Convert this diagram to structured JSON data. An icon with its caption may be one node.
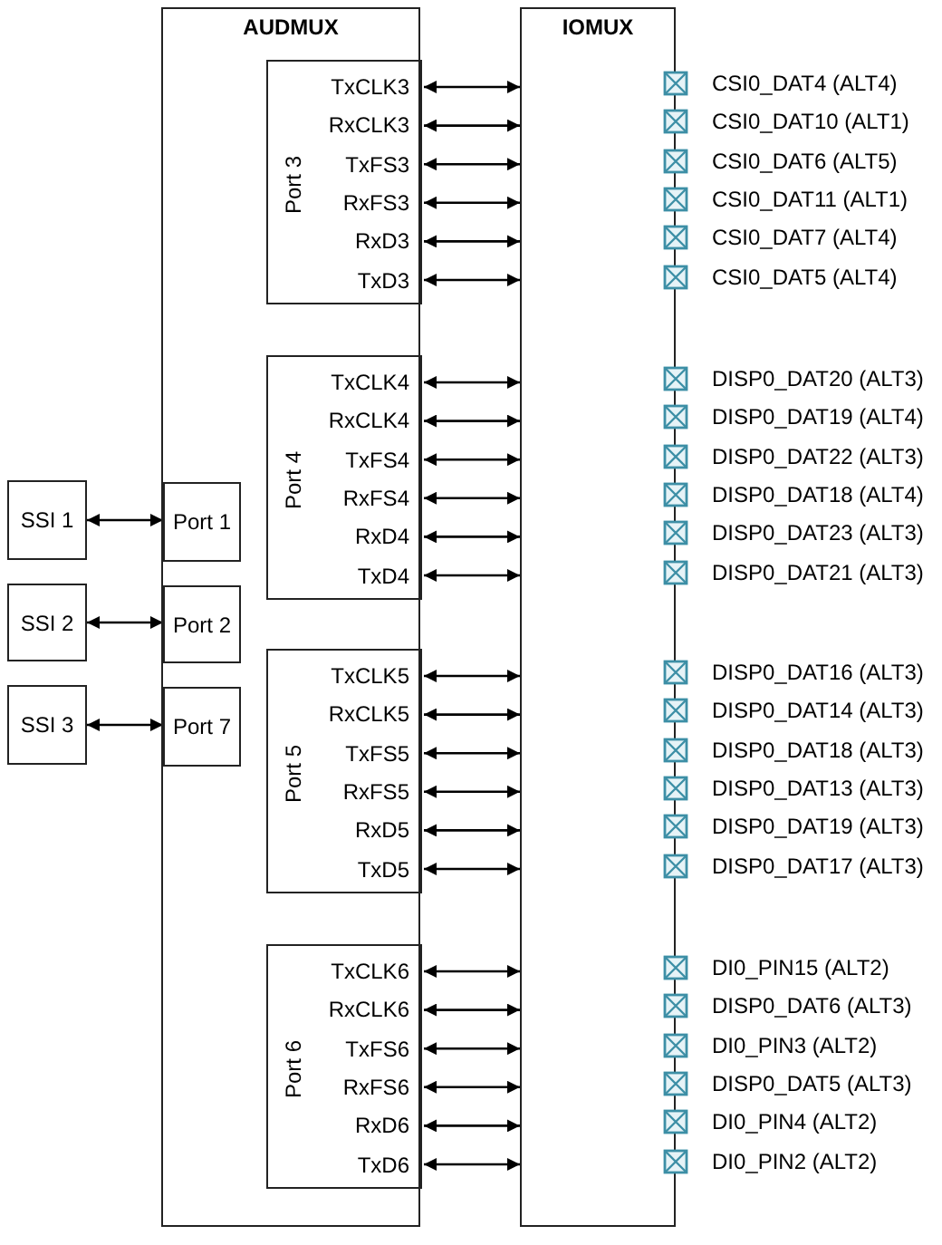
{
  "diagram": {
    "nodes": [
      {
        "text": [
          "AUDMUX"
        ]
      },
      {
        "text": [
          "Port 3"
        ],
        "in": 0
      },
      {
        "text": [
          "TxCLK3"
        ],
        "in": 1
      },
      {
        "text": [
          "RxCLK3"
        ],
        "in": 1
      },
      {
        "text": [
          "TxFS3"
        ],
        "in": 1
      },
      {
        "text": [
          "RxFS3"
        ],
        "in": 1
      },
      {
        "text": [
          "RxD3"
        ],
        "in": 1
      },
      {
        "text": [
          "TxD3"
        ],
        "in": 1
      },
      {
        "text": [
          "Port 4"
        ],
        "in": 0
      },
      {
        "text": [
          "TxCLK4"
        ],
        "in": 8
      },
      {
        "text": [
          "RxCLK4"
        ],
        "in": 8
      },
      {
        "text": [
          "TxFS4"
        ],
        "in": 8
      },
      {
        "text": [
          "RxFS4"
        ],
        "in": 8
      },
      {
        "text": [
          "RxD4"
        ],
        "in": 8
      },
      {
        "text": [
          "TxD4"
        ],
        "in": 8
      },
      {
        "text": [
          "Port 5"
        ],
        "in": 0
      },
      {
        "text": [
          "TxCLK5"
        ],
        "in": 15
      },
      {
        "text": [
          "RxCLK5"
        ],
        "in": 15
      },
      {
        "text": [
          "TxFS5"
        ],
        "in": 15
      },
      {
        "text": [
          "RxFS5"
        ],
        "in": 15
      },
      {
        "text": [
          "RxD5"
        ],
        "in": 15
      },
      {
        "text": [
          "TxD5"
        ],
        "in": 15
      },
      {
        "text": [
          "Port 6"
        ],
        "in": 0
      },
      {
        "text": [
          "TxCLK6"
        ],
        "in": 22
      },
      {
        "text": [
          "RxCLK6"
        ],
        "in": 22
      },
      {
        "text": [
          "TxFS6"
        ],
        "in": 22
      },
      {
        "text": [
          "RxFS6"
        ],
        "in": 22
      },
      {
        "text": [
          "RxD6"
        ],
        "in": 22
      },
      {
        "text": [
          "TxD6"
        ],
        "in": 22
      },
      {
        "text": [
          "Port 1"
        ],
        "in": 0
      },
      {
        "text": [
          "Port 2"
        ],
        "in": 0
      },
      {
        "text": [
          "Port 7"
        ],
        "in": 0
      },
      {
        "text": [
          "SSI 1"
        ]
      },
      {
        "text": [
          "SSI 2"
        ]
      },
      {
        "text": [
          "SSI 3"
        ]
      },
      {
        "text": [
          "IOMUX"
        ]
      }
    ],
    "edges": [
      {
        "from": 32,
        "to": 29,
        "arrow": "both"
      },
      {
        "from": 33,
        "to": 30,
        "arrow": "both"
      },
      {
        "from": 34,
        "to": 31,
        "arrow": "both"
      },
      {
        "from": 2,
        "to": 35,
        "arrow": "both"
      },
      {
        "from": 3,
        "to": 35,
        "arrow": "both"
      },
      {
        "from": 4,
        "to": 35,
        "arrow": "both"
      },
      {
        "from": 5,
        "to": 35,
        "arrow": "both"
      },
      {
        "from": 6,
        "to": 35,
        "arrow": "both"
      },
      {
        "from": 7,
        "to": 35,
        "arrow": "both"
      },
      {
        "from": 9,
        "to": 35,
        "arrow": "both"
      },
      {
        "from": 10,
        "to": 35,
        "arrow": "both"
      },
      {
        "from": 11,
        "to": 35,
        "arrow": "both"
      },
      {
        "from": 12,
        "to": 35,
        "arrow": "both"
      },
      {
        "from": 13,
        "to": 35,
        "arrow": "both"
      },
      {
        "from": 14,
        "to": 35,
        "arrow": "both"
      },
      {
        "from": 16,
        "to": 35,
        "arrow": "both"
      },
      {
        "from": 17,
        "to": 35,
        "arrow": "both"
      },
      {
        "from": 18,
        "to": 35,
        "arrow": "both"
      },
      {
        "from": 19,
        "to": 35,
        "arrow": "both"
      },
      {
        "from": 20,
        "to": 35,
        "arrow": "both"
      },
      {
        "from": 21,
        "to": 35,
        "arrow": "both"
      },
      {
        "from": 23,
        "to": 35,
        "arrow": "both"
      },
      {
        "from": 24,
        "to": 35,
        "arrow": "both"
      },
      {
        "from": 25,
        "to": 35,
        "arrow": "both"
      },
      {
        "from": 26,
        "to": 35,
        "arrow": "both"
      },
      {
        "from": 27,
        "to": 35,
        "arrow": "both"
      },
      {
        "from": 28,
        "to": 35,
        "arrow": "both"
      }
    ],
    "labels": [
      "CSI0_DAT4 (ALT4)",
      "CSI0_DAT10 (ALT1)",
      "CSI0_DAT6 (ALT5)",
      "CSI0_DAT11 (ALT1)",
      "CSI0_DAT7 (ALT4)",
      "CSI0_DAT5 (ALT4)",
      "DISP0_DAT20 (ALT3)",
      "DISP0_DAT19 (ALT4)",
      "DISP0_DAT22 (ALT3)",
      "DISP0_DAT18 (ALT4)",
      "DISP0_DAT23 (ALT3)",
      "DISP0_DAT21 (ALT3)",
      "DISP0_DAT16 (ALT3)",
      "DISP0_DAT14 (ALT3)",
      "DISP0_DAT18 (ALT3)",
      "DISP0_DAT13 (ALT3)",
      "DISP0_DAT19 (ALT3)",
      "DISP0_DAT17 (ALT3)",
      "DI0_PIN15 (ALT2)",
      "DISP0_DAT6 (ALT3)",
      "DI0_PIN3 (ALT2)",
      "DISP0_DAT5 (ALT3)",
      "DI0_PIN4 (ALT2)",
      "DI0_PIN2 (ALT2)"
    ]
  }
}
